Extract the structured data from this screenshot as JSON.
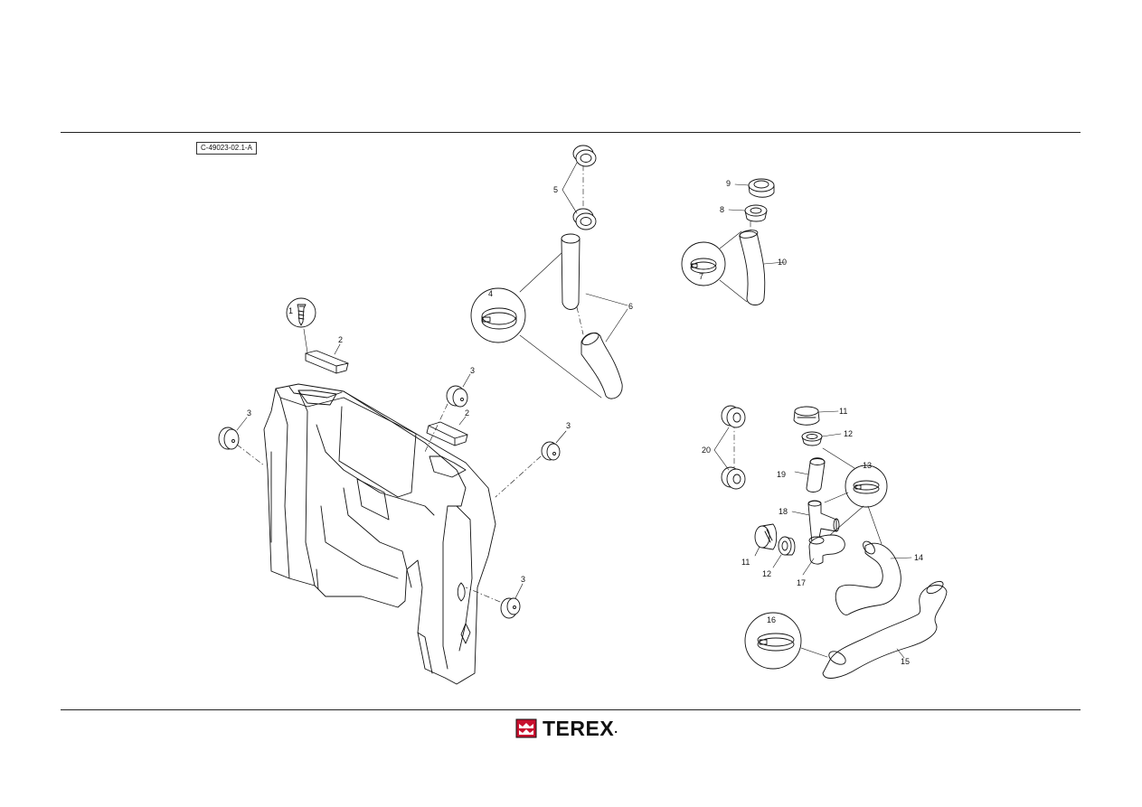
{
  "drawing_ref": "C-49023-02.1-A",
  "brand": {
    "name": "TEREX",
    "color": "#c8102e"
  },
  "callouts": {
    "c1": "1",
    "c2a": "2",
    "c2b": "2",
    "c3a": "3",
    "c3b": "3",
    "c3c": "3",
    "c3d": "3",
    "c4": "4",
    "c5": "5",
    "c6": "6",
    "c7": "7",
    "c8": "8",
    "c9": "9",
    "c10": "10",
    "c11a": "11",
    "c11b": "11",
    "c12a": "12",
    "c12b": "12",
    "c13": "13",
    "c14": "14",
    "c15": "15",
    "c16": "16",
    "c17": "17",
    "c18": "18",
    "c19": "19",
    "c20": "20"
  }
}
